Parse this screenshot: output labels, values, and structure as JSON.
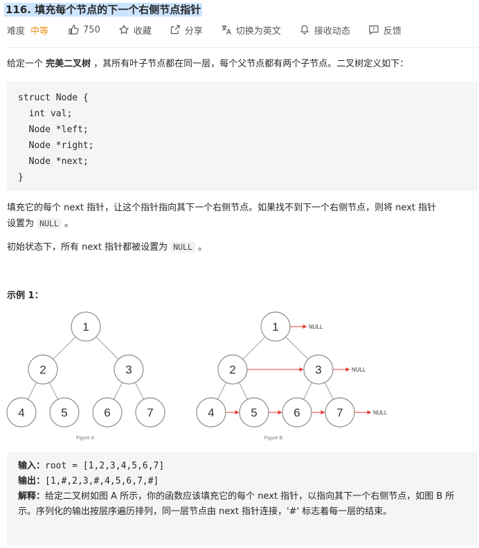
{
  "title": "116. 填充每个节点的下一个右侧节点指针",
  "meta": {
    "difficulty_label": "难度",
    "difficulty_value": "中等",
    "likes": "750",
    "favorite": "收藏",
    "share": "分享",
    "switch_lang": "切换为英文",
    "subscribe": "接收动态",
    "feedback": "反馈"
  },
  "desc": {
    "p1_pre": "给定一个 ",
    "p1_bold": "完美二叉树",
    "p1_post": " ，其所有叶子节点都在同一层，每个父节点都有两个子节点。二叉树定义如下：",
    "p2_a": "填充它的每个 next 指针，让这个指针指向其下一个右侧节点。如果找不到下一个右侧节点，则将 next 指针",
    "p2_b_pre": "设置为 ",
    "p2_b_code": "NULL",
    "p2_b_post": " 。",
    "p3_pre": "初始状态下，所有 next 指针都被设置为 ",
    "p3_code": "NULL",
    "p3_post": " 。"
  },
  "code_block": "struct Node {\n  int val;\n  Node *left;\n  Node *right;\n  Node *next;\n}",
  "example": {
    "title": "示例 1：",
    "figure_a_caption": "Figure A",
    "figure_b_caption": "Figure B",
    "null_label": "NULL",
    "nodes": [
      "1",
      "2",
      "3",
      "4",
      "5",
      "6",
      "7"
    ],
    "input_label": "输入：",
    "input_value": "root = [1,2,3,4,5,6,7]",
    "output_label": "输出：",
    "output_value": "[1,#,2,3,#,4,5,6,7,#]",
    "explain_label": "解释：",
    "explain_text": "给定二叉树如图 A 所示，你的函数应该填充它的每个 next 指针，以指向其下一个右侧节点，如图 B 所示。序列化的输出按层序遍历排列，同一层节点由 next 指针连接，'#' 标志着每一层的结束。"
  },
  "colors": {
    "accent_medium": "#ef8c1a",
    "arrow_red": "#e53935",
    "title_highlight": "#cce4ff"
  }
}
